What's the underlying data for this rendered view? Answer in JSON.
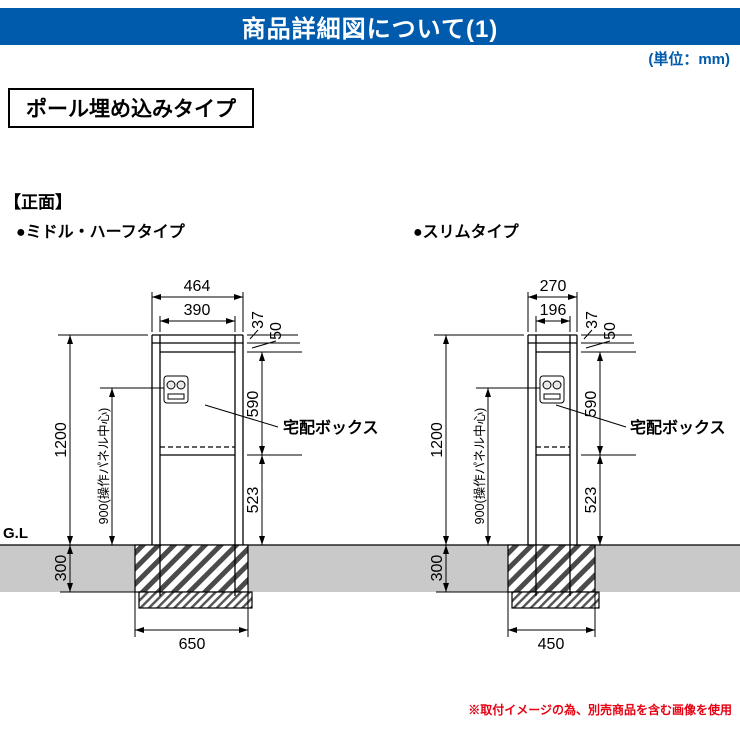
{
  "header": {
    "title": "商品詳細図について(1)",
    "unit_label": "(単位：mm)"
  },
  "type_label": "ポール埋め込みタイプ",
  "view_label": "【正面】",
  "ground_label": "G.L",
  "box_label": "宅配ボックス",
  "footnote": "※取付イメージの為、別売商品を含む画像を使用",
  "colors": {
    "header_bg": "#005bac",
    "note_red": "#e60012",
    "ground_gray": "#c9c9c9",
    "line": "#000000"
  },
  "diagrams": [
    {
      "name": "●ミドル・ハーフタイプ",
      "dims": {
        "outer_width": "464",
        "inner_width": "390",
        "top_trim": "37",
        "cap_height": "50",
        "box_height": "590",
        "lower_height": "523",
        "total_height": "1200",
        "panel_center": "900(操作パネル中心)",
        "embed_depth": "300",
        "foundation_width": "650"
      }
    },
    {
      "name": "●スリムタイプ",
      "dims": {
        "outer_width": "270",
        "inner_width": "196",
        "top_trim": "37",
        "cap_height": "50",
        "box_height": "590",
        "lower_height": "523",
        "total_height": "1200",
        "panel_center": "900(操作パネル中心)",
        "embed_depth": "300",
        "foundation_width": "450"
      }
    }
  ]
}
